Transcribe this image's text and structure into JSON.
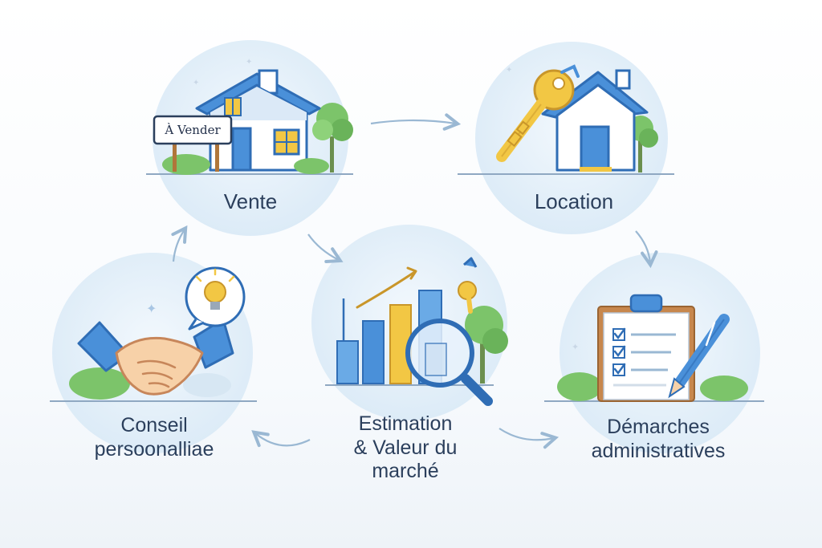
{
  "nodes": {
    "vente": {
      "label": "Vente",
      "sign_text": "À Vender"
    },
    "location": {
      "label": "Location"
    },
    "estimation": {
      "label_line1": "Estimation",
      "label_line2": "& Valeur du",
      "label_line3": "marché"
    },
    "conseil": {
      "label_line1": "Conseil",
      "label_line2": "persoonalliae"
    },
    "demarches": {
      "label_line1": "Démarches",
      "label_line2": "administratives"
    }
  },
  "colors": {
    "blue": "#4a90d9",
    "dark_blue": "#2f6db5",
    "yellow": "#f2c744",
    "green": "#7cc46a",
    "circle": "#e6f1fa",
    "text": "#2b3f5c",
    "arrow": "#9ab8d3"
  },
  "icons": [
    "house-icon",
    "for-sale-sign-icon",
    "key-icon",
    "bar-chart-icon",
    "magnifier-icon",
    "handshake-icon",
    "lightbulb-icon",
    "clipboard-icon",
    "pen-icon",
    "tree-icon"
  ]
}
